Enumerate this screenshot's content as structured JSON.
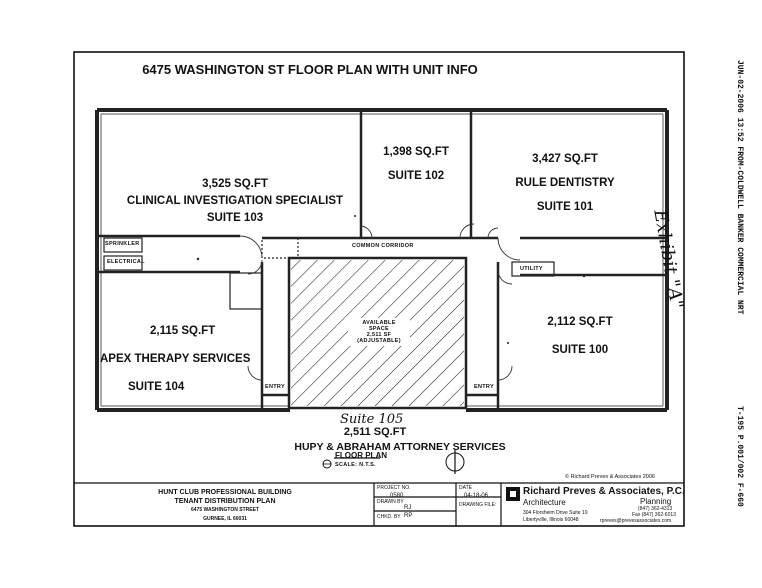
{
  "plan_title": "6475 WASHINGTON ST FLOOR PLAN  WITH UNIT INFO",
  "suites": {
    "s103": {
      "area": "3,525 SQ.FT",
      "tenant": "CLINICAL INVESTIGATION SPECIALIST",
      "suite": "SUITE 103"
    },
    "s102": {
      "area": "1,398 SQ.FT",
      "suite": "SUITE 102"
    },
    "s101": {
      "area": "3,427 SQ.FT",
      "tenant": "RULE DENTISTRY",
      "suite": "SUITE 101"
    },
    "s104": {
      "area": "2,115 SQ.FT",
      "tenant": "APEX THERAPY SERVICES",
      "suite": "SUITE 104"
    },
    "s100": {
      "area": "2,112 SQ.FT",
      "suite": "SUITE 100"
    },
    "s105": {
      "suite_handwritten": "Suite 105",
      "area": "2,511 SQ.FT",
      "tenant": "HUPY & ABRAHAM ATTORNEY SERVICES"
    }
  },
  "plan_labels": {
    "sprinkler": "SPRINKLER",
    "electrical": "ELECTRICAL",
    "common_corridor": "COMMON CORRIDOR",
    "utility": "UTILITY",
    "entry": "ENTRY",
    "floor_plan": "FLOOR PLAN",
    "scale": "SCALE: N.T.S."
  },
  "hatched_note": [
    "AVAILABLE",
    "SPACE",
    "2,511 SF",
    "(ADJUSTABLE)"
  ],
  "exhibit": "Exhibit \"A\"",
  "fax_header": "JUN-02-2006  13:52   FROM-COLDWELL BANKER COMMERCIAL NRT",
  "fax_footer": "T-195   P.001/002   F-660",
  "copyright": "© Richard Preves & Associates   2006",
  "titleblock": {
    "project_name": "HUNT CLUB PROFESSIONAL BUILDING",
    "sheet_name": "TENANT DISTRIBUTION PLAN",
    "address1": "6475 WASHINGTON STREET",
    "address2": "GURNEE, IL 60031",
    "project_no_label": "PROJECT NO.",
    "project_no": "0580",
    "date_label": "DATE",
    "date": "04-18-06",
    "drawn_label": "DRAWN BY",
    "drawn": "RJ",
    "checked_label": "CHKD. BY",
    "checked": "RP",
    "file_label": "DRAWING FILE:",
    "firm_name": "Richard Preves & Associates, P.C.",
    "firm_sub1": "Architecture",
    "firm_sub2": "Planning",
    "firm_address": "304 Florsheim Drive Suite 10",
    "firm_city": "Libertyville, Illinois 60048",
    "firm_phone": "(847) 362-4313",
    "firm_fax": "Fax (847) 362-6013",
    "firm_email": "rpreves@prevesassociates.com"
  }
}
